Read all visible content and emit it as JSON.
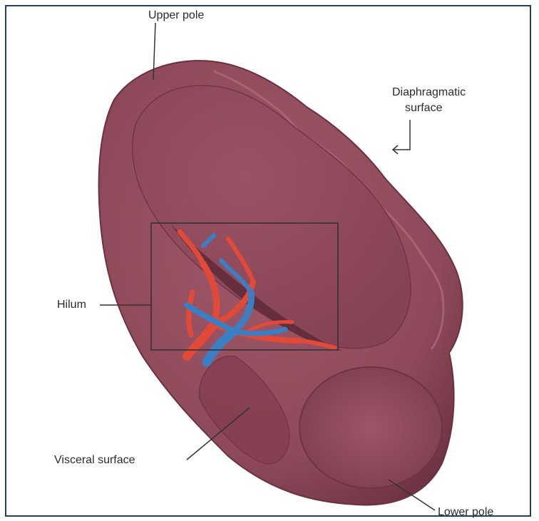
{
  "labels": {
    "upper_pole": "Upper pole",
    "diaphragmatic_line1": "Diaphragmatic",
    "diaphragmatic_line2": "surface",
    "hilum": "Hilum",
    "visceral_surface": "Visceral surface",
    "lower_pole": "Lower pole"
  },
  "colors": {
    "frame": "#1f3f6a",
    "organ_base": "#8e4a5a",
    "organ_light": "#a8606f",
    "organ_dark": "#6f3444",
    "artery": "#e24a37",
    "vein": "#3a7fc4",
    "leader_line": "#333333"
  }
}
